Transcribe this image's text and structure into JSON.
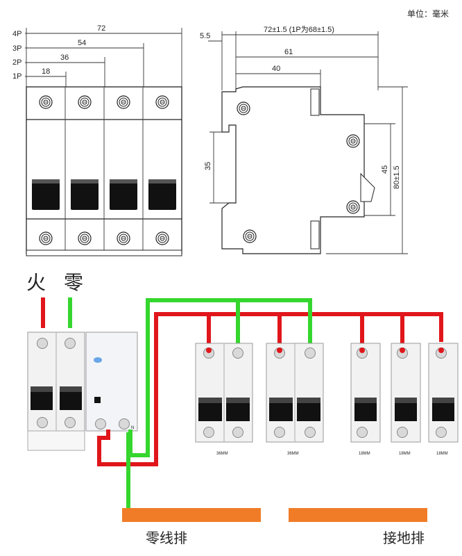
{
  "unit_label": "单位：毫米",
  "front_view": {
    "pole_labels": [
      "4P",
      "3P",
      "2P",
      "1P"
    ],
    "widths": [
      "72",
      "54",
      "36",
      "18"
    ]
  },
  "side_view": {
    "dim_top_offset": "5.5",
    "dim_overall_width": "72±1.5 (1P为68±1.5)",
    "dim_61": "61",
    "dim_40": "40",
    "dim_35": "35",
    "dim_45": "45",
    "dim_80": "80±1.5"
  },
  "wiring": {
    "live_label": "火",
    "neutral_label": "零",
    "n_terminal": "N",
    "breaker_widths": [
      "36MM",
      "36MM",
      "18MM",
      "18MM",
      "18MM"
    ],
    "neutral_bar_label": "零线排",
    "ground_bar_label": "接地排",
    "colors": {
      "live": "#e0161b",
      "neutral": "#35d62e",
      "bar": "#f07c28"
    }
  }
}
